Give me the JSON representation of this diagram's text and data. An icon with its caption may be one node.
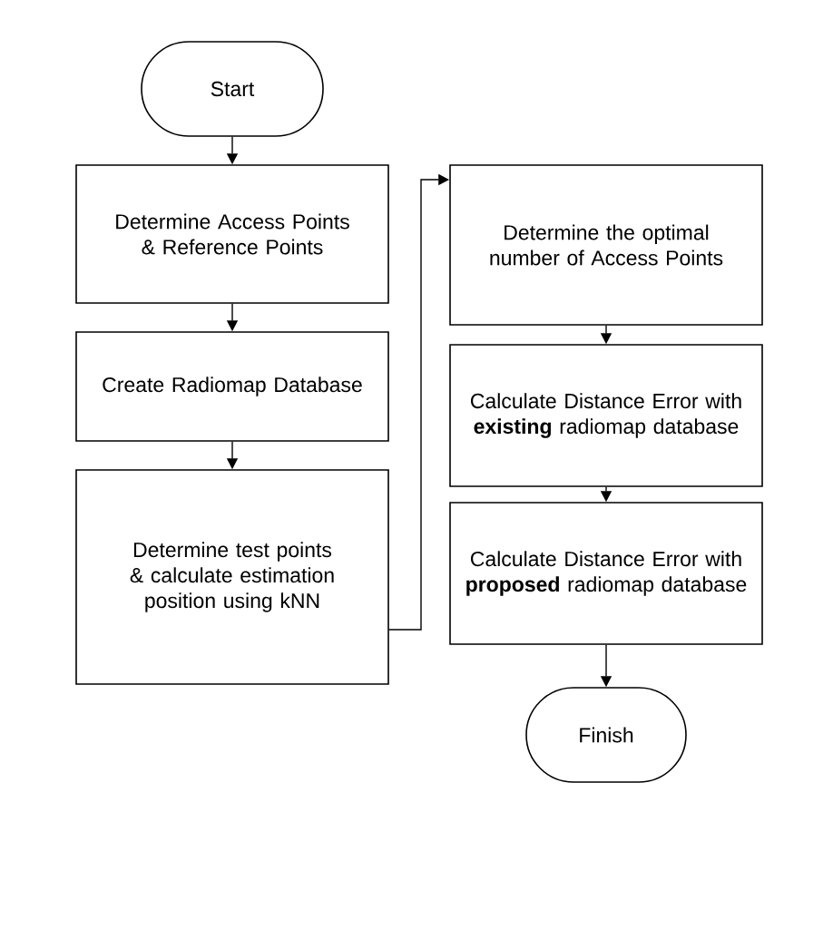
{
  "diagram": {
    "nodes": [
      {
        "text": [
          "Start"
        ]
      },
      {
        "text": [
          "Determine Access Points & Reference Points"
        ]
      },
      {
        "text": [
          "Create Radiomap Database"
        ]
      },
      {
        "text": [
          "Determine test points & calculate estimation position using kNN"
        ]
      },
      {
        "text": [
          "Determine the optimal number of Access Points"
        ]
      },
      {
        "text": [
          "Calculate Distance Error with **existing** radiomap database"
        ]
      },
      {
        "text": [
          "Calculate Distance Error with **proposed** radiomap database"
        ]
      },
      {
        "text": [
          "Finish"
        ]
      }
    ],
    "edges": [
      {
        "from": 0,
        "to": 1,
        "arrow": "to"
      },
      {
        "from": 1,
        "to": 2,
        "arrow": "to"
      },
      {
        "from": 2,
        "to": 3,
        "arrow": "to"
      },
      {
        "from": 3,
        "to": 4,
        "arrow": "to"
      },
      {
        "from": 4,
        "to": 5,
        "arrow": "to"
      },
      {
        "from": 5,
        "to": 6,
        "arrow": "to"
      },
      {
        "from": 6,
        "to": 7,
        "arrow": "to"
      }
    ]
  }
}
